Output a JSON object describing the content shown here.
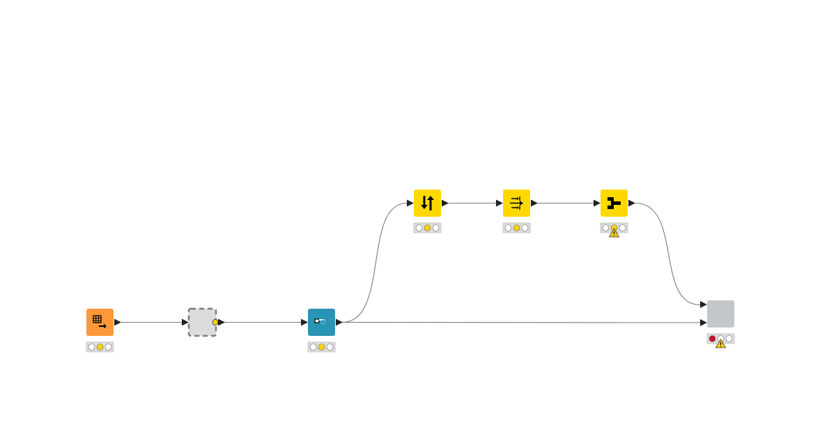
{
  "workflow": {
    "colors": {
      "source": "#fe9838",
      "manipulator": "#ffd800",
      "predictor": "#2a94b4",
      "component": "#dcdcdc",
      "unknown": "#c4c7ca",
      "connection": "#7a7a7a",
      "status_yellow": "#f6d117",
      "status_red": "#c8102e",
      "warning": "#f7d117"
    },
    "nodes": [
      {
        "id": "reader",
        "kind": "source",
        "icon": "table-reader-icon",
        "status": "configured",
        "warning": false
      },
      {
        "id": "component",
        "kind": "component",
        "icon": "component-icon",
        "status": null,
        "warning": false
      },
      {
        "id": "predictor",
        "kind": "predictor",
        "icon": "model-apply-icon",
        "status": "configured",
        "warning": false
      },
      {
        "id": "sorter",
        "kind": "manipulator",
        "icon": "sort-arrows-icon",
        "status": "configured",
        "warning": false
      },
      {
        "id": "column-filter",
        "kind": "manipulator",
        "icon": "column-arrows-icon",
        "status": "configured",
        "warning": false
      },
      {
        "id": "joiner",
        "kind": "manipulator",
        "icon": "joiner-icon",
        "status": "configured",
        "warning": true
      },
      {
        "id": "missing-node",
        "kind": "unknown",
        "icon": "blank-icon",
        "status": "error",
        "warning": true
      }
    ]
  }
}
